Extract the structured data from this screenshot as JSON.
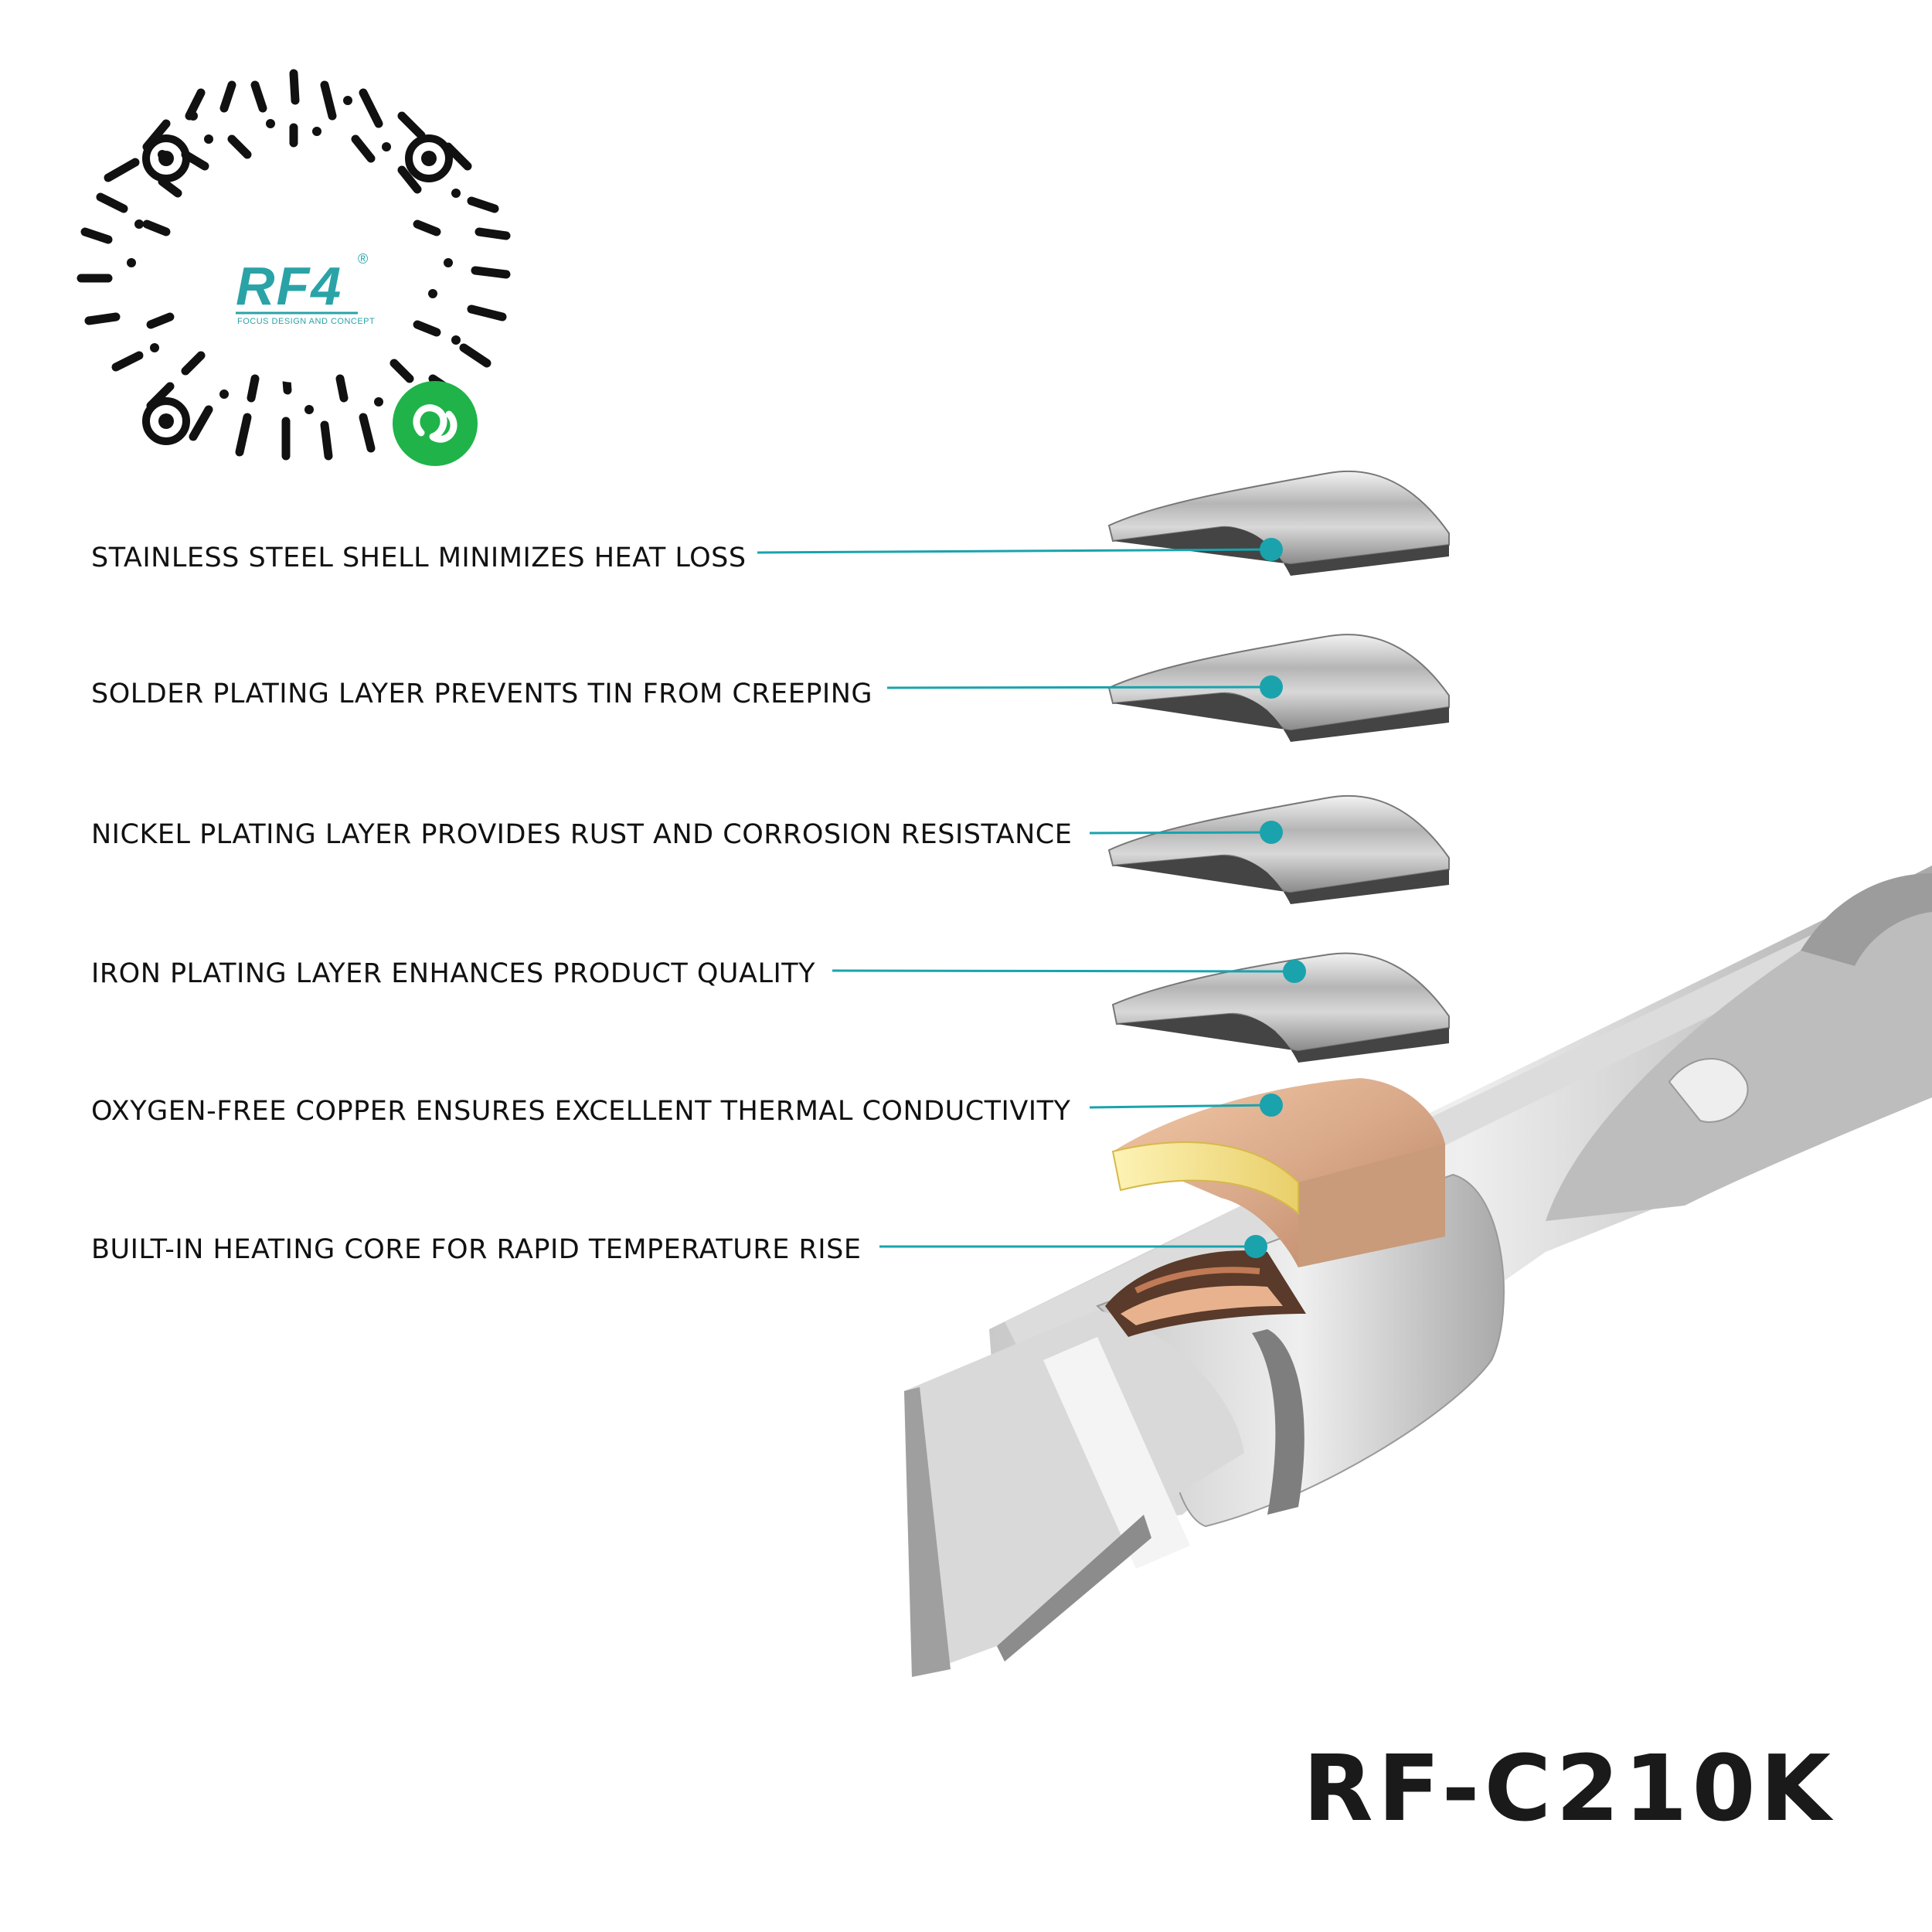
{
  "qr": {
    "brand": "RF4",
    "registered": "®",
    "tagline": "FOCUS DESIGN AND CONCEPT",
    "badge_icon": "mini-program-link-icon",
    "brand_color": "#2aa3a7",
    "badge_color": "#1fb34a"
  },
  "labels": [
    {
      "text": "STAINLESS STEEL SHELL MINIMIZES HEAT LOSS"
    },
    {
      "text": "SOLDER PLATING LAYER PREVENTS TIN FROM CREEPING"
    },
    {
      "text": "NICKEL PLATING LAYER PROVIDES RUST AND CORROSION RESISTANCE"
    },
    {
      "text": "IRON PLATING LAYER ENHANCES PRODUCT QUALITY"
    },
    {
      "text": "OXYGEN-FREE COPPER ENSURES EXCELLENT THERMAL CONDUCTIVITY"
    },
    {
      "text": "BUILT-IN HEATING CORE FOR RAPID TEMPERATURE RISE"
    }
  ],
  "leader_color": "#1aa3ad",
  "product": {
    "model": "RF-C210K"
  }
}
